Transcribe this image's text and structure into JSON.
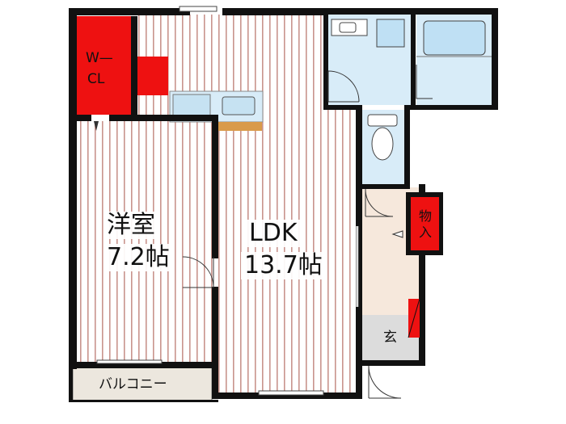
{
  "rooms": {
    "walk_in_closet": {
      "line1": "W—",
      "line2": "CL"
    },
    "western_room": {
      "name": "洋室",
      "size": "7.2帖"
    },
    "ldk": {
      "name": "LDK",
      "size": "13.7帖"
    },
    "balcony": {
      "name": "バルコニー"
    },
    "storage": {
      "name": "物入"
    },
    "entrance": {
      "name": "玄"
    }
  },
  "colors": {
    "closet_red": "#ee1111",
    "floor_stripe": "#c9948d",
    "floor_base": "#ffffff",
    "wet_area_blue": "#d8ecf8",
    "entrance_fill": "#dcdcdc",
    "balcony_fill": "#ece7de",
    "wall": "#111111",
    "counter_orange": "#d99a4a"
  }
}
